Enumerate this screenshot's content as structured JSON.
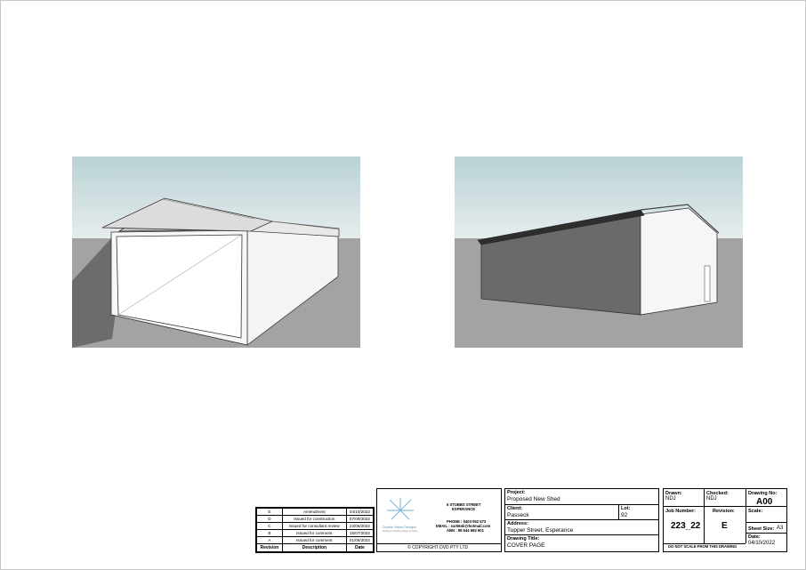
{
  "company": {
    "logo_text": "Double Vision Designs",
    "logo_subtext": "drafting & building design services",
    "address_line1": "6 STUBBS STREET",
    "address_line2": "ESPERANCE",
    "phone": "PHONE : 0403 052 573",
    "email": "EMAIL : sar56nk@hotmail.com",
    "abn": "ABN : 98 644 683 601",
    "copyright": "© COPYRIGHT DVD PTY LTD"
  },
  "revisions": {
    "headers": [
      "Revision",
      "Description",
      "Date"
    ],
    "rows": [
      {
        "rev": "E",
        "desc": "Amendment",
        "date": "04/10/2022"
      },
      {
        "rev": "D",
        "desc": "Issued for construction",
        "date": "07/09/2022"
      },
      {
        "rev": "C",
        "desc": "Issued for consultant review",
        "date": "23/08/2022"
      },
      {
        "rev": "B",
        "desc": "Issued for comment",
        "date": "15/07/2022"
      },
      {
        "rev": "A",
        "desc": "Issued for comment",
        "date": "01/06/2022"
      }
    ]
  },
  "project": {
    "project_label": "Project:",
    "project_value": "Proposed New Shed",
    "client_label": "Client:",
    "client_value": "Passeck",
    "lot_label": "Lot:",
    "lot_value": "92",
    "address_label": "Address:",
    "address_value": "Tupper Street, Esperance",
    "title_label": "Drawing Title:",
    "title_value": "COVER PAGE"
  },
  "sheet": {
    "drawn_label": "Drawn:",
    "drawn_value": "NDJ",
    "checked_label": "Checked:",
    "checked_value": "NDJ",
    "drawing_no_label": "Drawing No:",
    "drawing_no_value": "A00",
    "job_label": "Job Number:",
    "job_value": "223_22",
    "revision_label": "Revision:",
    "revision_value": "E",
    "scale_label": "Scale:",
    "scale_value": "",
    "sheet_size_label": "Sheet Size:",
    "sheet_size_value": "A3",
    "date_label": "Date:",
    "date_value": "04/10/2022",
    "note": "DO NOT SCALE FROM THIS DRAWING"
  }
}
